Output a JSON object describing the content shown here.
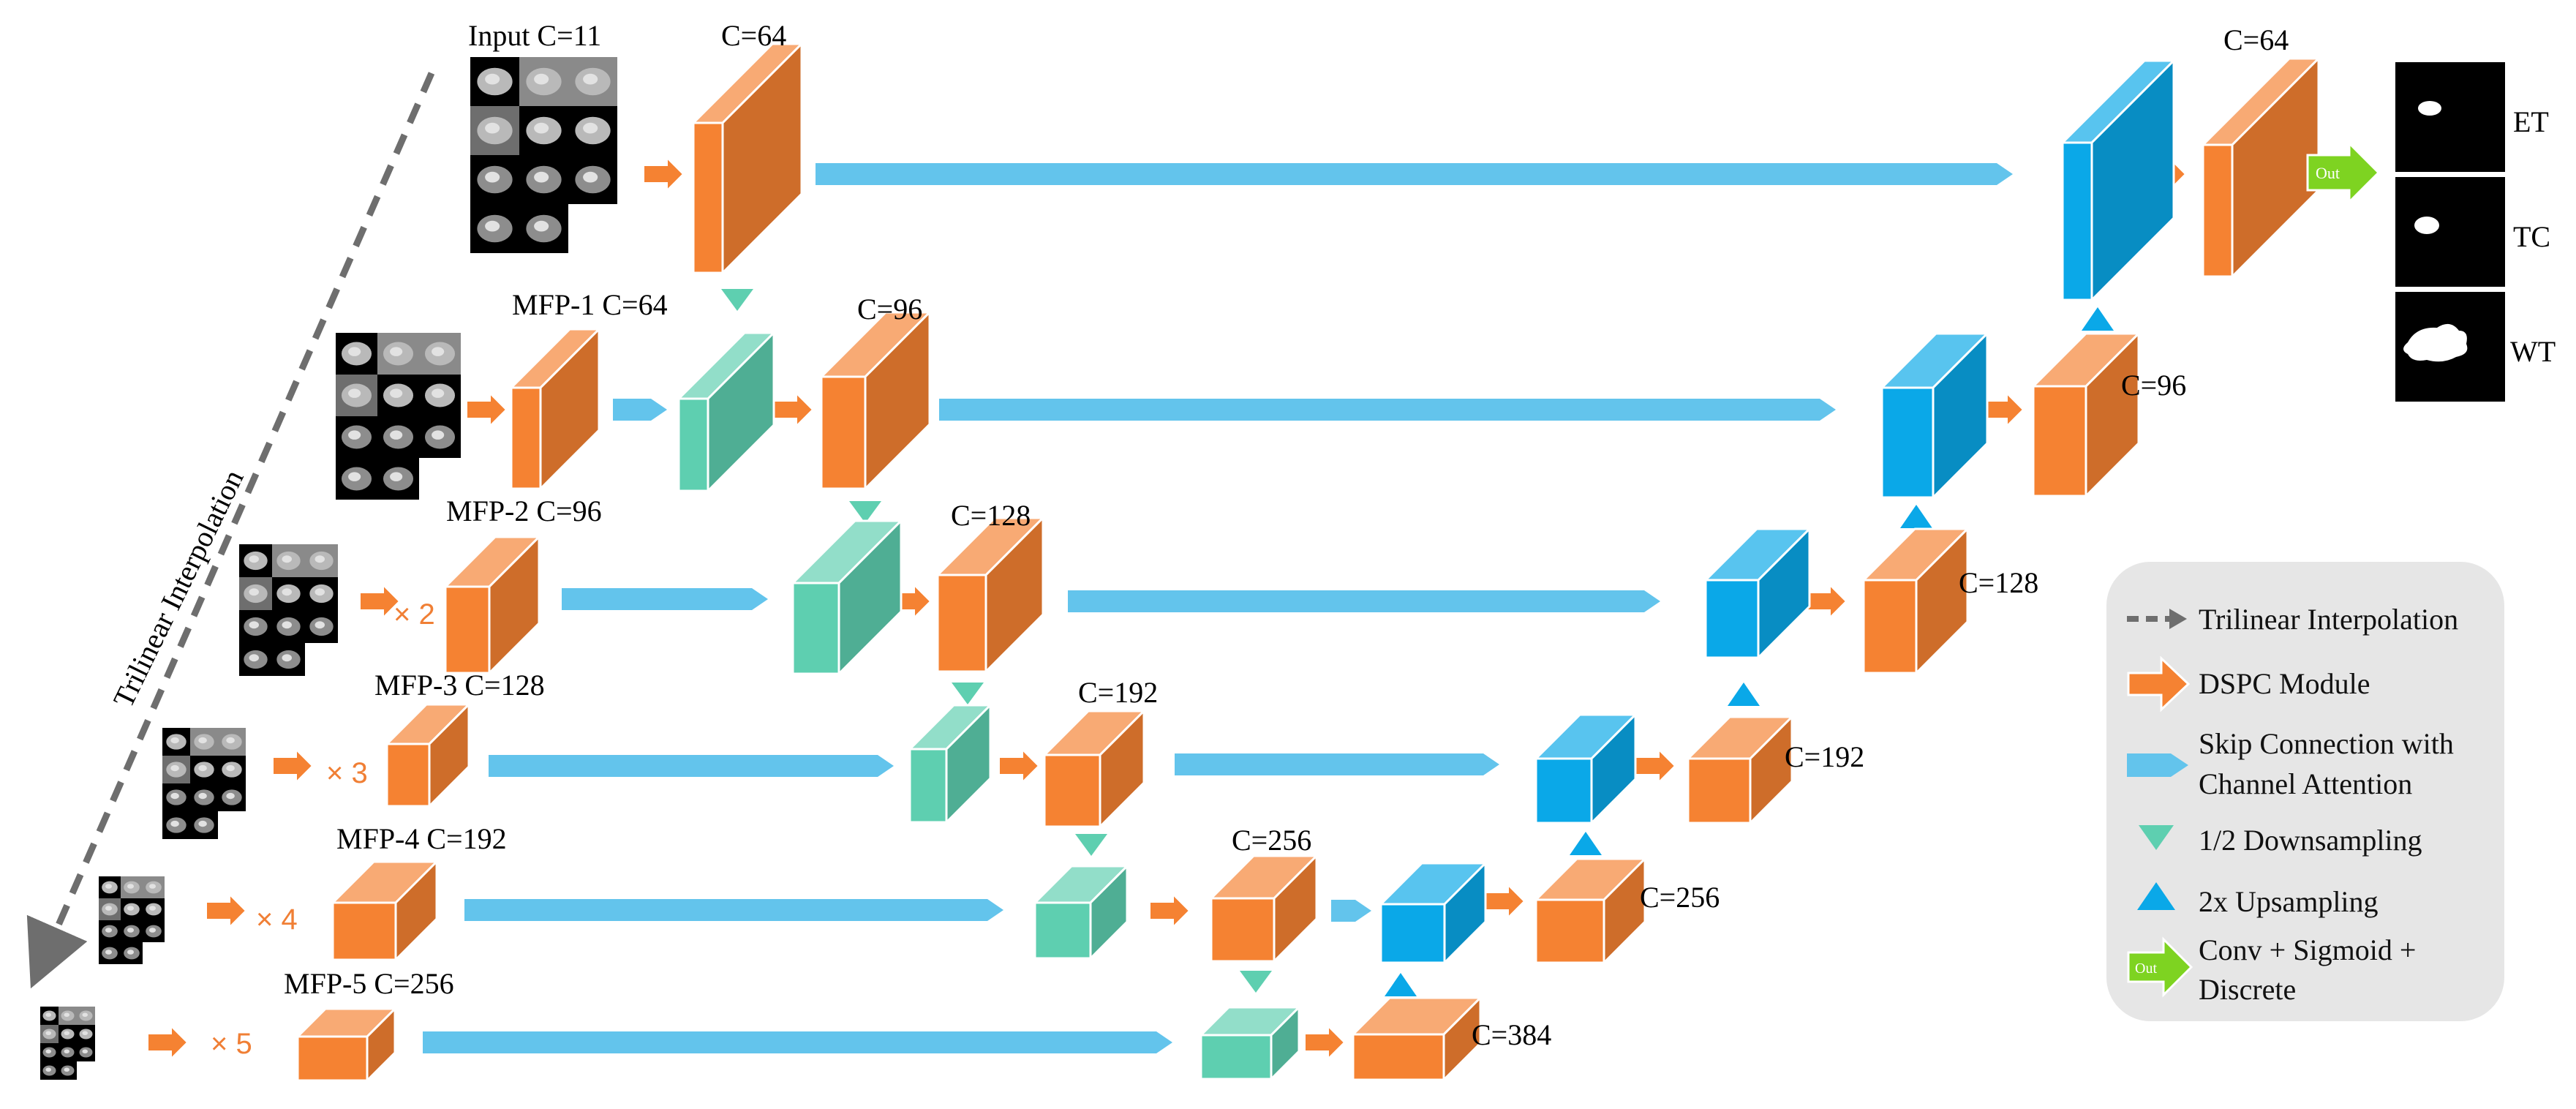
{
  "diagram": {
    "input_label": "Input C=11",
    "mfp_labels": [
      "MFP-1 C=64",
      "MFP-2 C=96",
      "MFP-3 C=128",
      "MFP-4 C=192",
      "MFP-5 C=256"
    ],
    "mfp_multipliers": [
      "× 2",
      "× 3",
      "× 4",
      "× 5"
    ],
    "encoder_labels": [
      "C=64",
      "C=96",
      "C=128",
      "C=192",
      "C=256",
      "C=384"
    ],
    "decoder_labels": [
      "C=256",
      "C=192",
      "C=128",
      "C=96",
      "C=64"
    ],
    "trilinear_label": "Trilinear Interpolation",
    "out_badge": "Out",
    "outputs": [
      "ET",
      "TC",
      "WT"
    ]
  },
  "legend": {
    "items": [
      {
        "icon": "dashed-arrow-icon",
        "label": "Trilinear Interpolation"
      },
      {
        "icon": "orange-arrow-icon",
        "label": "DSPC Module"
      },
      {
        "icon": "blue-arrow-icon",
        "label": [
          "Skip Connection with",
          "Channel Attention"
        ]
      },
      {
        "icon": "green-down-triangle-icon",
        "label": "1/2 Downsampling"
      },
      {
        "icon": "blue-up-triangle-icon",
        "label": "2x Upsampling"
      },
      {
        "icon": "green-out-arrow-icon",
        "label": [
          "Conv + Sigmoid +",
          "Discrete"
        ]
      }
    ],
    "out_badge": "Out"
  },
  "colors": {
    "orange": "#f58232",
    "blue": "#0aa8e8",
    "green": "#5ecfb0",
    "skip": "#63c4ec",
    "legend_bg": "#e6e6e6",
    "dashed": "#6e6e6e",
    "out_green": "#7ed321"
  }
}
